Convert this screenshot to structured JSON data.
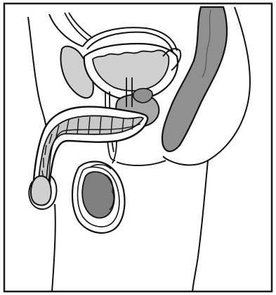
{
  "diagram": {
    "labels": [],
    "colors": {
      "frame": "#1a1a1a",
      "outline": "#111111",
      "background": "#ffffff",
      "light_fill": "#d0d0d0",
      "mid_fill": "#a8a8a8",
      "dark_fill": "#808080",
      "pale_fill": "#ececec"
    },
    "regions": [
      "outer-frame",
      "body-outline",
      "rectum",
      "bladder",
      "prostate",
      "seminal-vesicle",
      "urethra",
      "penis",
      "testis",
      "scrotum",
      "vas-deferens"
    ]
  }
}
